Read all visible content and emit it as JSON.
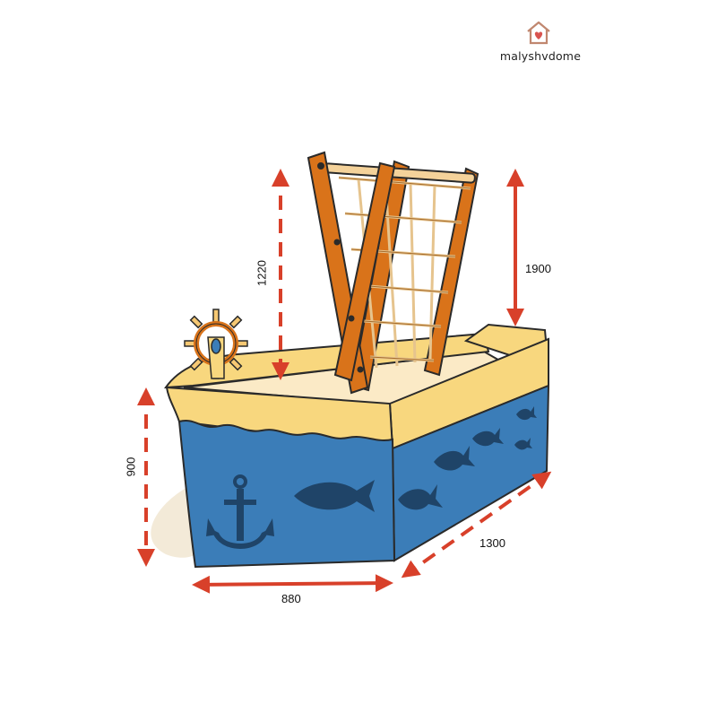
{
  "brand": {
    "name": "malyshvdome",
    "icon": "house-heart-icon",
    "accent": "#c0876f"
  },
  "dimensions": {
    "frame_height": "1220",
    "total_height": "1900",
    "side_height": "900",
    "width": "880",
    "length": "1300"
  },
  "colors": {
    "arrow": "#d8402a",
    "hull_blue": "#3b7db8",
    "deck_yellow": "#f8d77e",
    "wood": "#d9731a",
    "silhouette": "#1f4468"
  }
}
